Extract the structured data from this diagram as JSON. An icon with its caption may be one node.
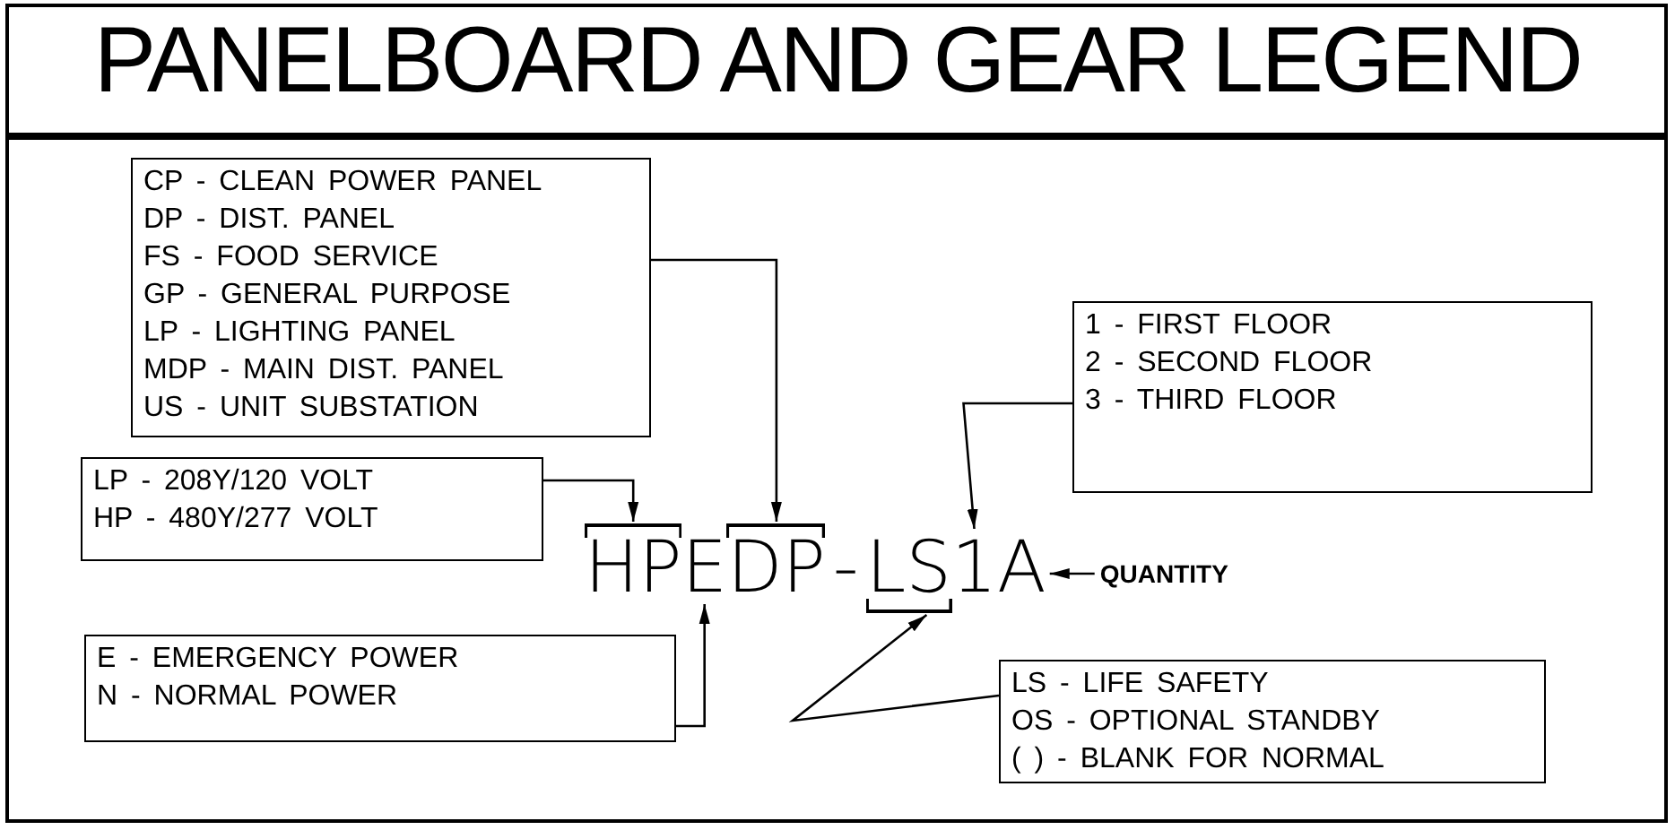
{
  "diagram": {
    "title": "PANELBOARD AND GEAR LEGEND",
    "nodes": [
      {
        "text": [
          "CP - CLEAN POWER PANEL",
          "DP - DIST. PANEL",
          "FS - FOOD SERVICE",
          "GP - GENERAL PURPOSE",
          "LP - LIGHTING PANEL",
          "MDP - MAIN DIST. PANEL",
          "US - UNIT SUBSTATION"
        ]
      },
      {
        "text": [
          "LP - 208Y/120 VOLT",
          "HP - 480Y/277 VOLT"
        ]
      },
      {
        "text": [
          "1 - FIRST FLOOR",
          "2 - SECOND FLOOR",
          "3 - THIRD FLOOR"
        ]
      },
      {
        "text": [
          "HP"
        ]
      },
      {
        "text": [
          "E"
        ]
      },
      {
        "text": [
          "DP"
        ]
      },
      {
        "text": [
          "LS"
        ]
      },
      {
        "text": [
          "1"
        ]
      },
      {
        "text": [
          "A"
        ]
      },
      {
        "text": [
          "QUANTITY"
        ]
      },
      {
        "text": [
          "E - EMERGENCY POWER",
          "N - NORMAL POWER"
        ]
      },
      {
        "text": [
          "LS - LIFE SAFETY",
          "OS - OPTIONAL STANDBY",
          "( ) - BLANK FOR NORMAL"
        ]
      }
    ],
    "edges": [
      {
        "from": 0,
        "to": 5,
        "arrow": "to"
      },
      {
        "from": 1,
        "to": 3,
        "arrow": "to"
      },
      {
        "from": 2,
        "to": 7,
        "arrow": "to"
      },
      {
        "from": 9,
        "to": 8,
        "arrow": "to"
      },
      {
        "from": 10,
        "to": 4,
        "arrow": "to"
      },
      {
        "from": 11,
        "to": 6,
        "arrow": "to"
      }
    ],
    "labels": [
      "-"
    ]
  }
}
